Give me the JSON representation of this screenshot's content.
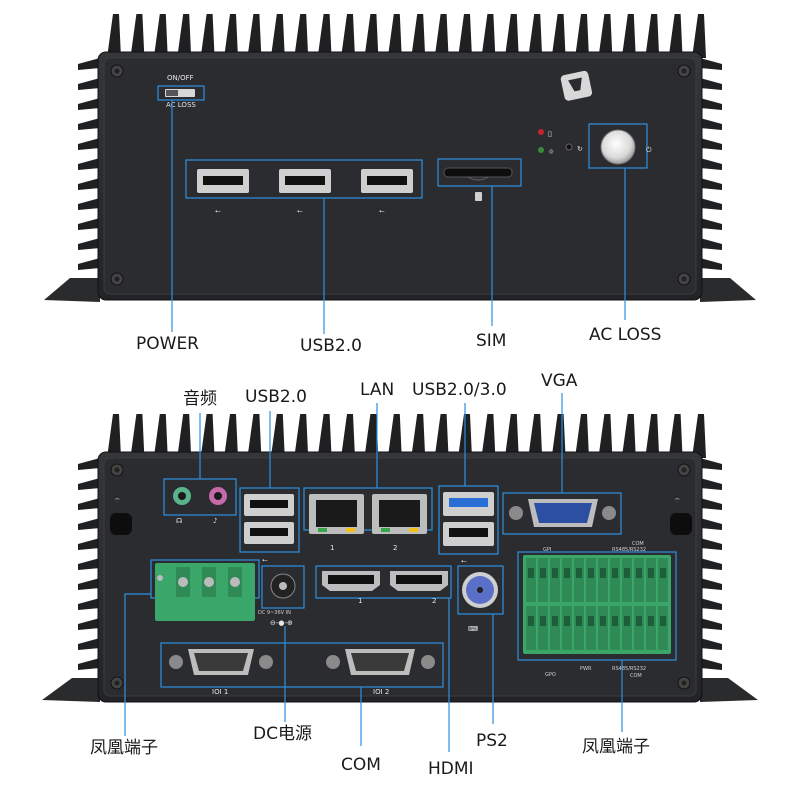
{
  "front_panel": {
    "switch_label_top": "ON/OFF",
    "switch_label_bottom": "AC LOSS",
    "labels": {
      "power": "POWER",
      "usb": "USB2.0",
      "sim": "SIM",
      "ac_loss": "AC LOSS"
    },
    "usb_port_count": 3,
    "usb_symbol": "⭠",
    "power_symbol": "⏻"
  },
  "rear_panel": {
    "labels": {
      "audio": "音频",
      "usb": "USB2.0",
      "lan": "LAN",
      "usb3": "USB2.0/3.0",
      "vga": "VGA",
      "phoenix_left": "凤凰端子",
      "dc": "DC电源",
      "com": "COM",
      "hdmi": "HDMI",
      "ps2": "PS2",
      "phoenix_right": "凤凰端子"
    },
    "print": {
      "lan1": "1",
      "lan2": "2",
      "hdmi1": "1",
      "hdmi2": "2",
      "com1": "IOI 1",
      "com2": "IOI 2",
      "dc_spec": "DC 9~36V IN",
      "gpi": "GPI",
      "gpo": "GPO",
      "com_top": "COM",
      "com_top_sub": "RS485/RS232",
      "com_bottom": "COM",
      "com_bottom_sub": "RS485/RS232",
      "pwr": "PWR"
    }
  },
  "colors": {
    "chassis": "#2a2b2d",
    "fin": "#1f2022",
    "callout": "#2d8fe0",
    "usb3_blue": "#2a6fd6",
    "vga_blue": "#2d4fa3",
    "terminal_green": "#3aa669",
    "ps2_purple": "#5a6fc7",
    "audio_green": "#5bb38a",
    "audio_pink": "#c46aa8"
  }
}
